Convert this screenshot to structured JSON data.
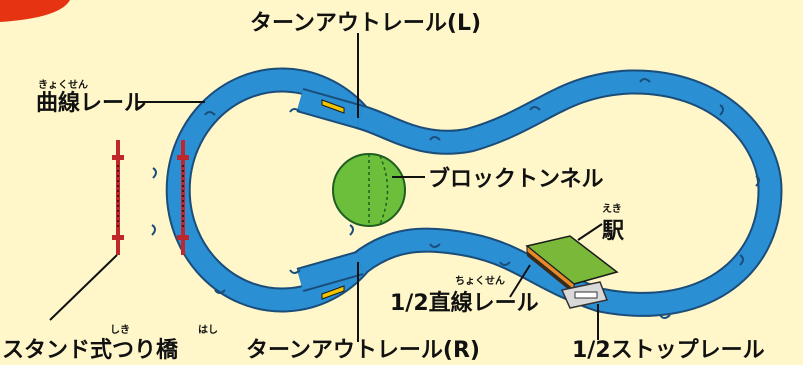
{
  "labels": {
    "turnout_l": "ターンアウトレール(L)",
    "curve_rail": "曲線レール",
    "curve_rail_ruby": "きょくせん",
    "block_tunnel": "ブロックトンネル",
    "station": "駅",
    "station_ruby": "えき",
    "half_straight": "1/2直線レール",
    "half_straight_ruby": "ちょくせん",
    "stand_bridge": "スタンド式つり橋",
    "stand_bridge_ruby_1": "しき",
    "stand_bridge_ruby_2": "はし",
    "turnout_r": "ターンアウトレール(R)",
    "half_stop": "1/2ストップレール"
  },
  "colors": {
    "background": "#fff6c9",
    "rail": "#2b8fd3",
    "rail_edge": "#1a4d7a",
    "tunnel": "#6cbf3a",
    "bridge": "#c0272d",
    "station_roof": "#7ab83a",
    "station_stripe": "#e58a2a",
    "turnout_mark": "#f2c400",
    "corner_tab": "#e63312"
  },
  "icons": [
    "turnout-lever-icon",
    "tunnel-icon",
    "station-icon",
    "bridge-icon",
    "stop-rail-icon"
  ]
}
